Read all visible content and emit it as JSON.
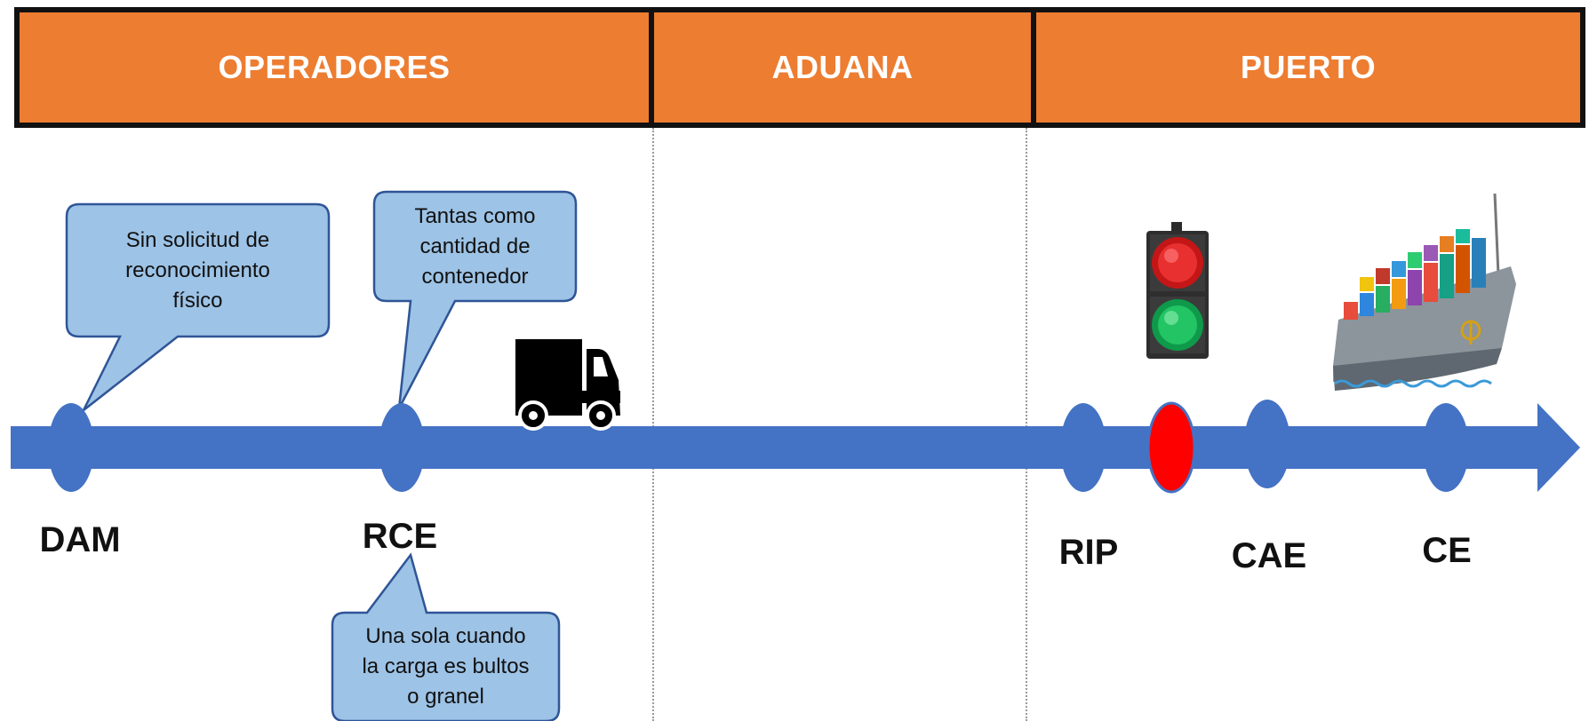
{
  "header": {
    "sections": [
      {
        "label": "OPERADORES"
      },
      {
        "label": "ADUANA"
      },
      {
        "label": "PUERTO"
      }
    ]
  },
  "timeline": {
    "nodes": [
      {
        "label": "DAM"
      },
      {
        "label": "RCE"
      },
      {
        "label": "RIP"
      },
      {
        "label": "CAE"
      },
      {
        "label": "CE"
      }
    ]
  },
  "callouts": [
    {
      "text": "Sin solicitud de\nreconocimiento\nfísico"
    },
    {
      "text": "Tantas como\ncantidad de\ncontenedor"
    },
    {
      "text": "Una sola cuando\nla carga es bultos\no granel"
    }
  ],
  "icons": {
    "truck": "truck-icon",
    "traffic_light": "traffic-light-icon",
    "ship": "container-ship-icon",
    "stop_marker": "red-stop-marker"
  },
  "colors": {
    "header_fill": "#ED7D31",
    "header_border": "#111111",
    "header_text": "#FFFFFF",
    "timeline": "#4472C4",
    "callout_fill": "#9DC3E6",
    "callout_border": "#2F5597",
    "stop_marker": "#FF0000"
  }
}
